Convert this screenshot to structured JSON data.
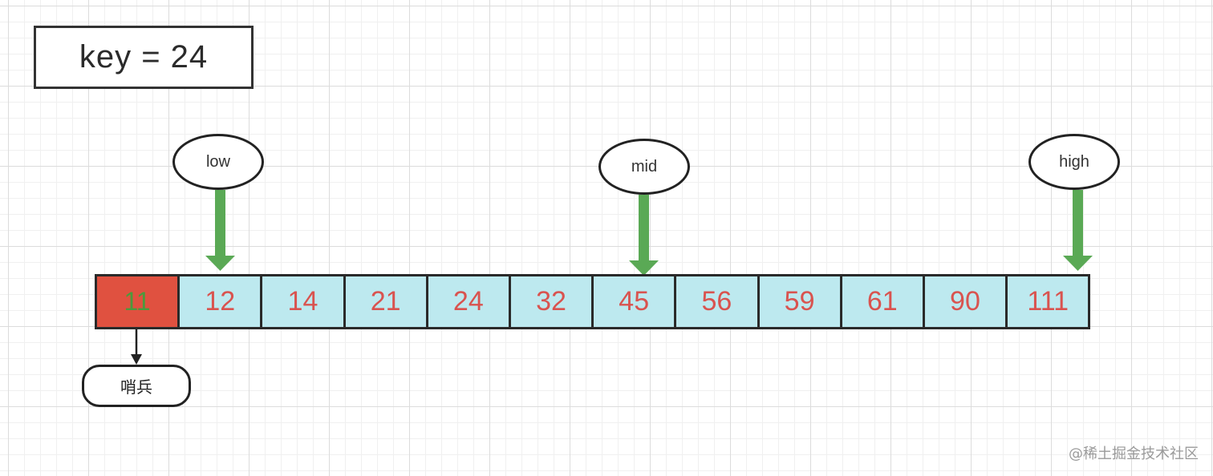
{
  "key_box": {
    "text": "key = 24"
  },
  "pointers": {
    "low": "low",
    "mid": "mid",
    "high": "high"
  },
  "array": {
    "cells": [
      "11",
      "12",
      "14",
      "21",
      "24",
      "32",
      "45",
      "56",
      "59",
      "61",
      "90",
      "111"
    ]
  },
  "sentinel": {
    "label": "哨兵"
  },
  "watermark": {
    "text": "@稀土掘金技术社区"
  },
  "colors": {
    "cell_fill": "#bde9ef",
    "sentinel_fill": "#e05140",
    "number_red": "#d9534f",
    "sentinel_number": "#4b9a3c",
    "pointer_arrow": "#5aa955",
    "outline": "#2a2a2a"
  }
}
